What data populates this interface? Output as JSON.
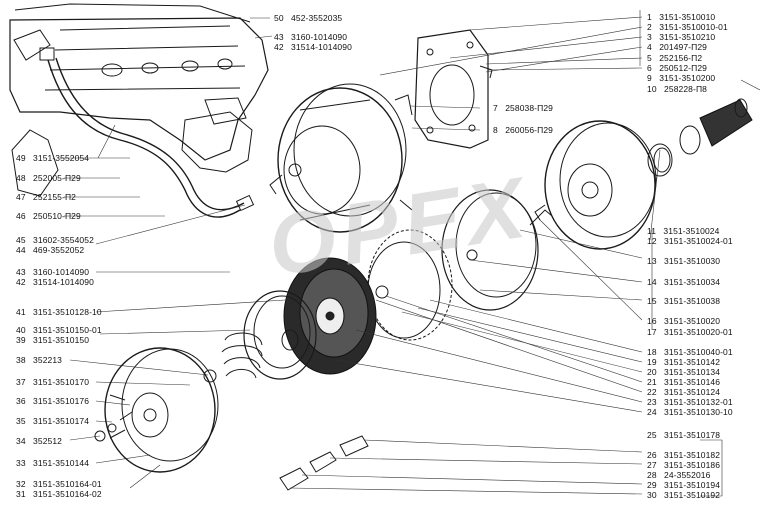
{
  "watermark": "OPEX",
  "labels_left": [
    {
      "num": "49",
      "part": "3151-3552054"
    },
    {
      "num": "48",
      "part": "252005-П29"
    },
    {
      "num": "47",
      "part": "252155-П2"
    },
    {
      "num": "46",
      "part": "250510-П29"
    },
    {
      "num": "45",
      "part": "31602-3554052"
    },
    {
      "num": "44",
      "part": "469-3552052"
    },
    {
      "num": "43",
      "part": "3160-1014090"
    },
    {
      "num": "42",
      "part": "31514-1014090"
    },
    {
      "num": "41",
      "part": "3151-3510128-10"
    },
    {
      "num": "40",
      "part": "3151-3510150-01"
    },
    {
      "num": "39",
      "part": "3151-3510150"
    },
    {
      "num": "38",
      "part": "352213"
    },
    {
      "num": "37",
      "part": "3151-3510170"
    },
    {
      "num": "36",
      "part": "3151-3510176"
    },
    {
      "num": "35",
      "part": "3151-3510174"
    },
    {
      "num": "34",
      "part": "352512"
    },
    {
      "num": "33",
      "part": "3151-3510144"
    },
    {
      "num": "32",
      "part": "3151-3510164-01"
    },
    {
      "num": "31",
      "part": "3151-3510164-02"
    }
  ],
  "labels_top": [
    {
      "num": "50",
      "part": "452-3552035"
    },
    {
      "num": "43",
      "part": "3160-1014090"
    },
    {
      "num": "42",
      "part": "31514-1014090"
    }
  ],
  "labels_mid": [
    {
      "num": "7",
      "part": "258038-П29"
    },
    {
      "num": "8",
      "part": "260056-П29"
    }
  ],
  "labels_right": [
    {
      "num": "1",
      "part": "3151-3510010"
    },
    {
      "num": "2",
      "part": "3151-3510010-01"
    },
    {
      "num": "3",
      "part": "3151-3510210"
    },
    {
      "num": "4",
      "part": "201497-П29"
    },
    {
      "num": "5",
      "part": "252156-П2"
    },
    {
      "num": "6",
      "part": "250512-П29"
    },
    {
      "num": "9",
      "part": "3151-3510200"
    },
    {
      "num": "10",
      "part": "258228-П8"
    },
    {
      "num": "11",
      "part": "3151-3510024"
    },
    {
      "num": "12",
      "part": "3151-3510024-01"
    },
    {
      "num": "13",
      "part": "3151-3510030"
    },
    {
      "num": "14",
      "part": "3151-3510034"
    },
    {
      "num": "15",
      "part": "3151-3510038"
    },
    {
      "num": "16",
      "part": "3151-3510020"
    },
    {
      "num": "17",
      "part": "3151-3510020-01"
    },
    {
      "num": "18",
      "part": "3151-3510040-01"
    },
    {
      "num": "19",
      "part": "3151-3510142"
    },
    {
      "num": "20",
      "part": "3151-3510134"
    },
    {
      "num": "21",
      "part": "3151-3510146"
    },
    {
      "num": "22",
      "part": "3151-3510124"
    },
    {
      "num": "23",
      "part": "3151-3510132-01"
    },
    {
      "num": "24",
      "part": "3151-3510130-10"
    },
    {
      "num": "25",
      "part": "3151-3510178"
    },
    {
      "num": "26",
      "part": "3151-3510182"
    },
    {
      "num": "27",
      "part": "3151-3510186"
    },
    {
      "num": "28",
      "part": "24-3552016"
    },
    {
      "num": "29",
      "part": "3151-3510194"
    },
    {
      "num": "30",
      "part": "3151-3510192"
    }
  ]
}
